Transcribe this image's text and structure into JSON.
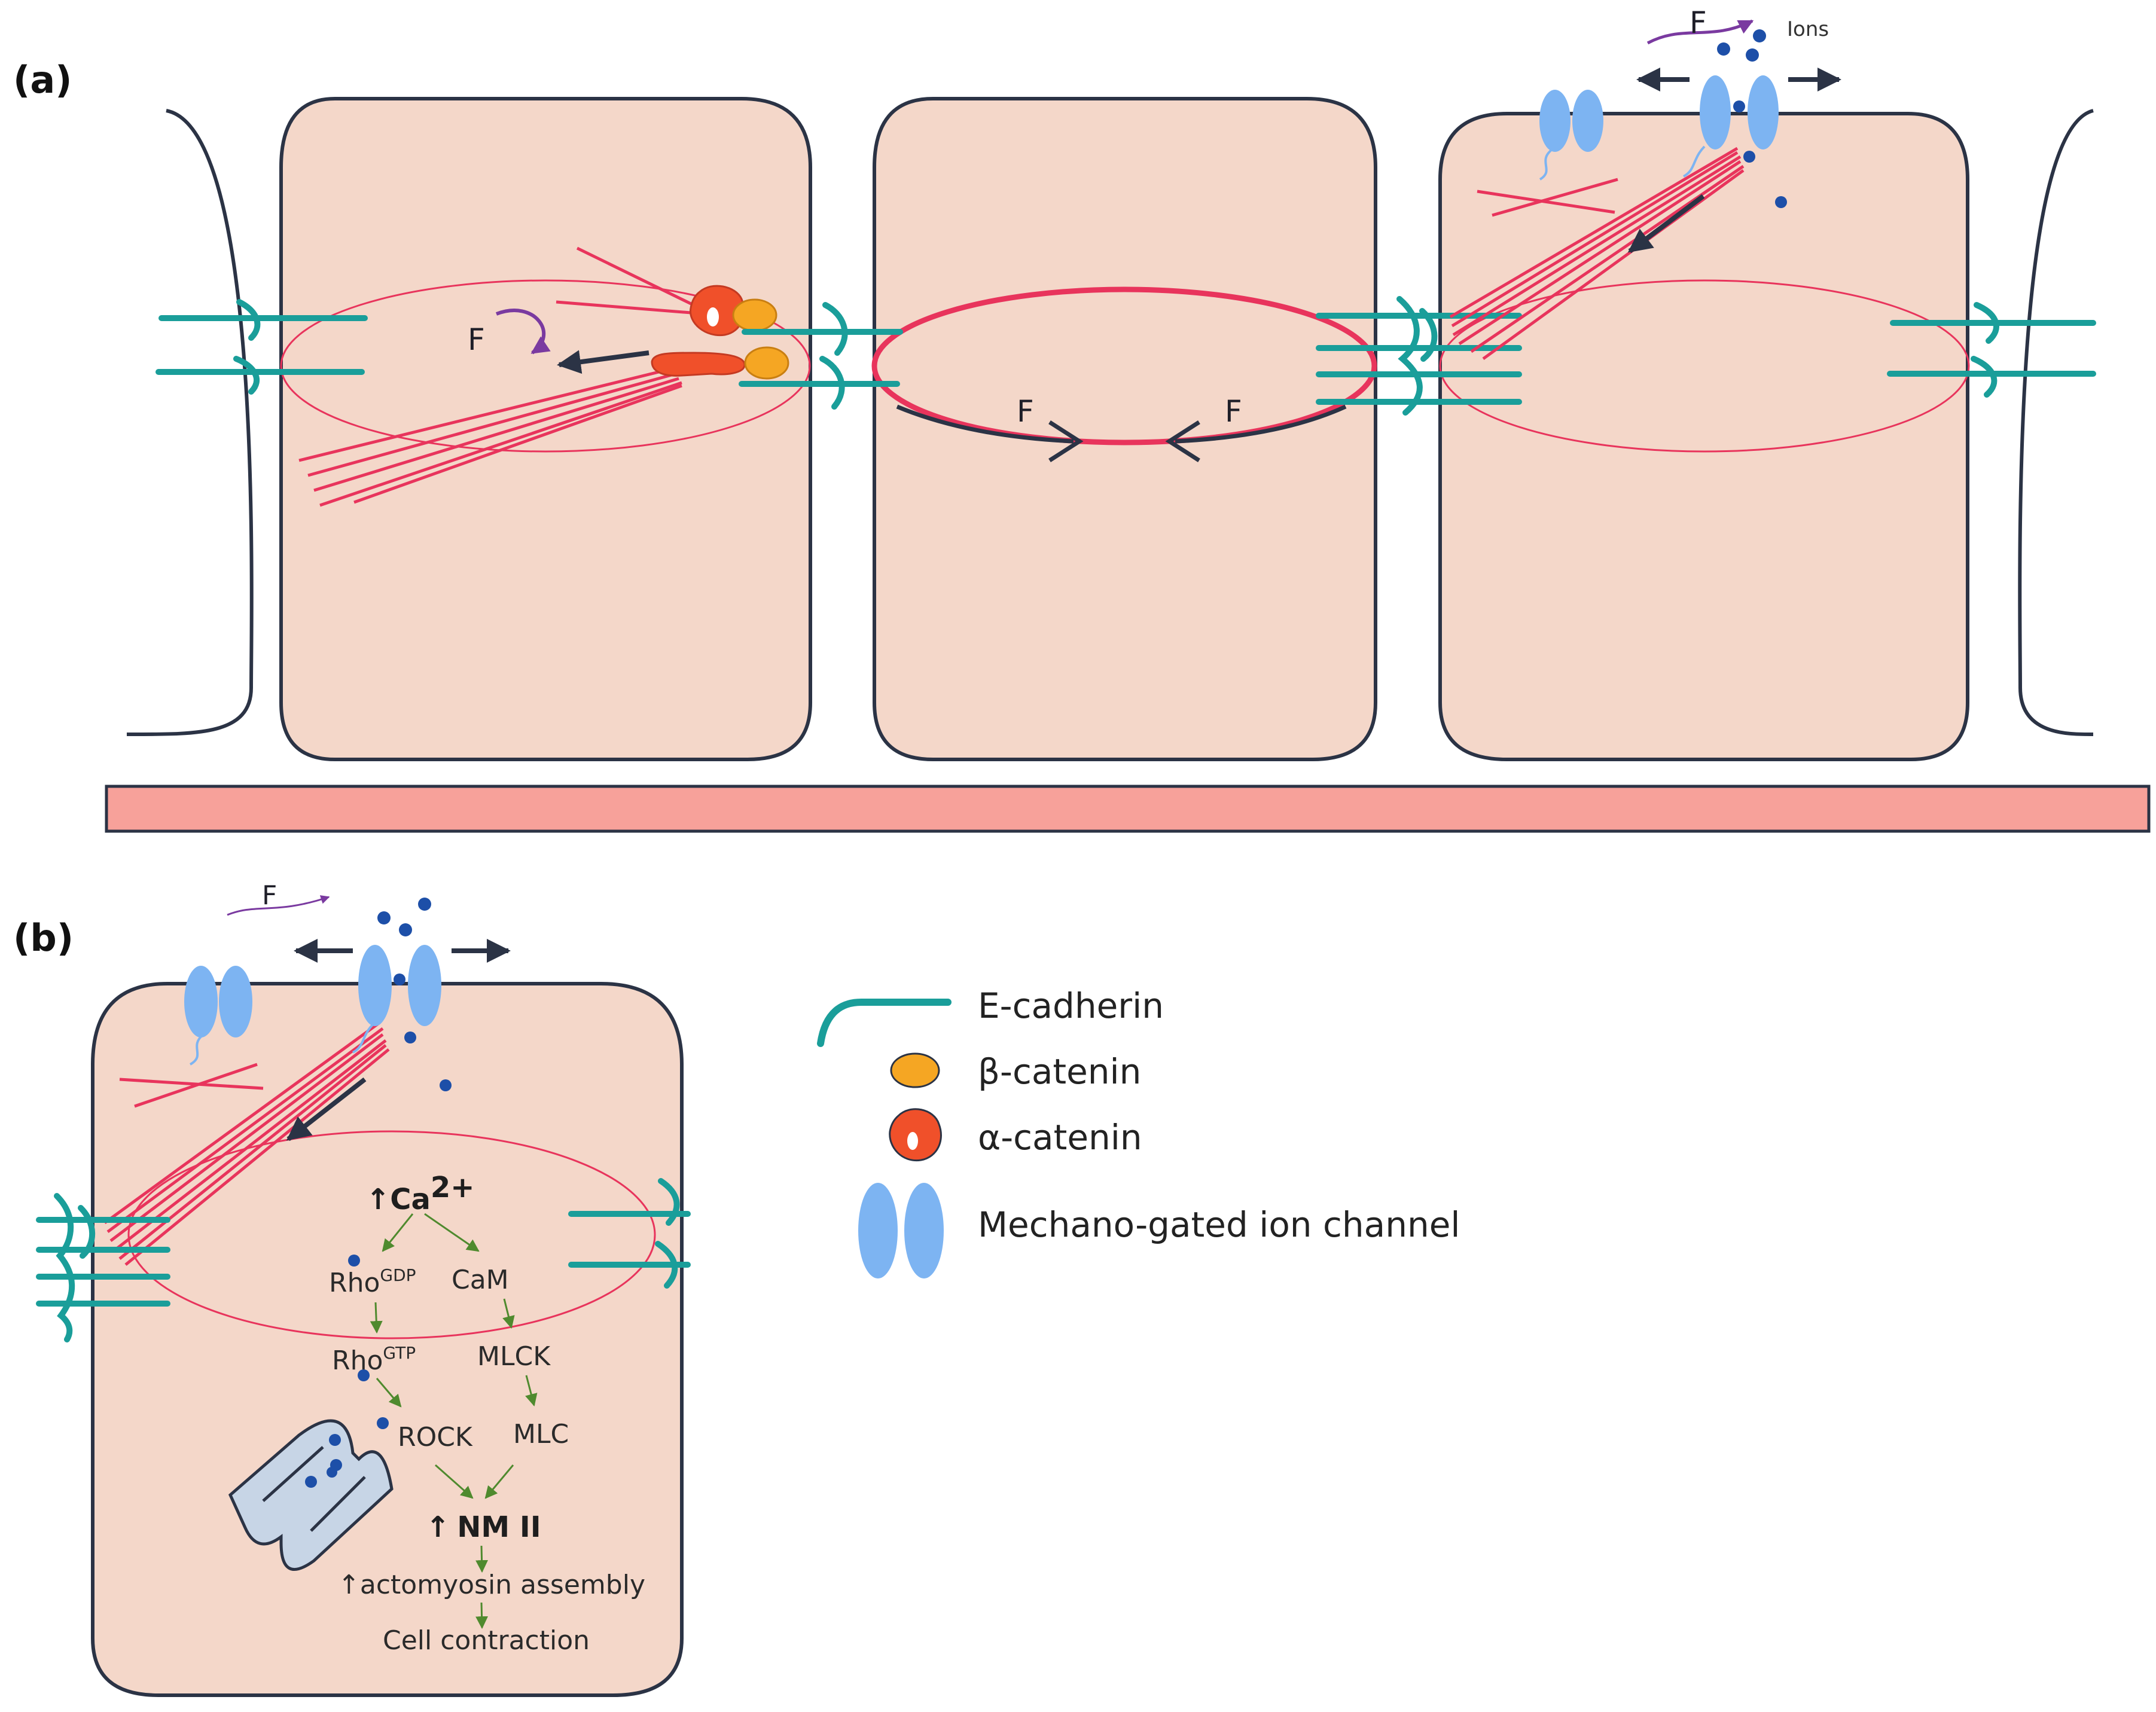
{
  "panels": {
    "a": {
      "label": "(a)"
    },
    "b": {
      "label": "(b)"
    }
  },
  "force": {
    "symbol": "F"
  },
  "ions_label": "Ions",
  "pathway": {
    "calcium": {
      "arrow": "↑",
      "base": "Ca",
      "superscript": "2+"
    },
    "rho_gdp": {
      "base": "Rho",
      "superscript": "GDP"
    },
    "cam": "CaM",
    "rho_gtp": {
      "base": "Rho",
      "superscript": "GTP"
    },
    "mlck": "MLCK",
    "rock": "ROCK",
    "mlc": "MLC",
    "nm2": {
      "arrow": "↑",
      "label": "NM II"
    },
    "actomyosin": {
      "arrow": "↑",
      "label": "actomyosin assembly"
    },
    "contraction": "Cell contraction"
  },
  "legend": {
    "e_cadherin": "E-cadherin",
    "beta_catenin": "β-catenin",
    "alpha_catenin": "α-catenin",
    "ion_channel": "Mechano-gated ion channel"
  },
  "colors": {
    "cell_fill": "#f4d7c9",
    "outline": "#2b3345",
    "cadherin": "#1a9e9a",
    "actin": "#e8345c",
    "beta_catenin": "#f5a623",
    "alpha_catenin": "#f0502a",
    "ion_channel": "#7db4f2",
    "ion": "#1d4fa8",
    "basement": "#f7a19a",
    "force_arrow": "#7a3aa0",
    "pathway_arrow": "#4f8a2e"
  }
}
